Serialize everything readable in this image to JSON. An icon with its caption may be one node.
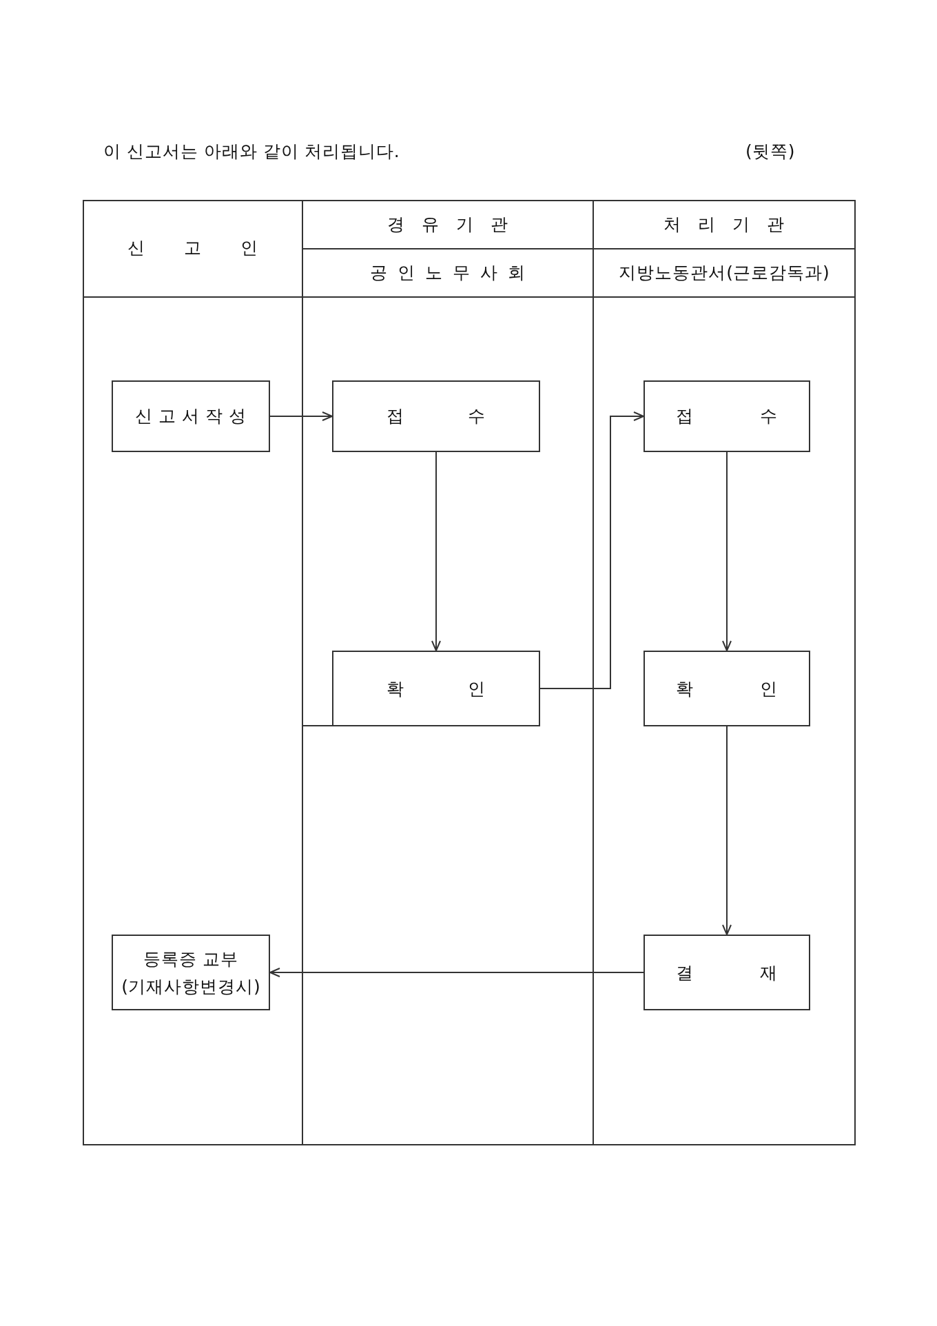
{
  "diagram": {
    "title": "이 신고서는 아래와 같이 처리됩니다.",
    "nodes": [
      {
        "text": [
          "신 고 인"
        ]
      },
      {
        "text": [
          "경 유 기 관",
          "공 인 노 무 사 회"
        ]
      },
      {
        "text": [
          "처 리 기 관",
          "지방노동관서(근로감독과)"
        ]
      },
      {
        "text": [
          "신 고 서 작 성"
        ],
        "in": 0
      },
      {
        "text": [
          "접 수"
        ],
        "in": 1
      },
      {
        "text": [
          "확 인"
        ],
        "in": 1
      },
      {
        "text": [
          "접 수"
        ],
        "in": 2
      },
      {
        "text": [
          "확 인"
        ],
        "in": 2
      },
      {
        "text": [
          "결 재"
        ],
        "in": 2
      },
      {
        "text": [
          "등록증 교부 (기재사항변경시)"
        ],
        "in": 0
      }
    ],
    "edges": [
      {
        "from": 3,
        "to": 4,
        "arrow": "to"
      },
      {
        "from": 4,
        "to": 5,
        "arrow": "to"
      },
      {
        "from": 5,
        "to": 6,
        "arrow": "to"
      },
      {
        "from": 6,
        "to": 7,
        "arrow": "to"
      },
      {
        "from": 7,
        "to": 8,
        "arrow": "to"
      },
      {
        "from": 8,
        "to": 9,
        "arrow": "to"
      }
    ],
    "labels": [
      "(뒷쪽)"
    ]
  }
}
